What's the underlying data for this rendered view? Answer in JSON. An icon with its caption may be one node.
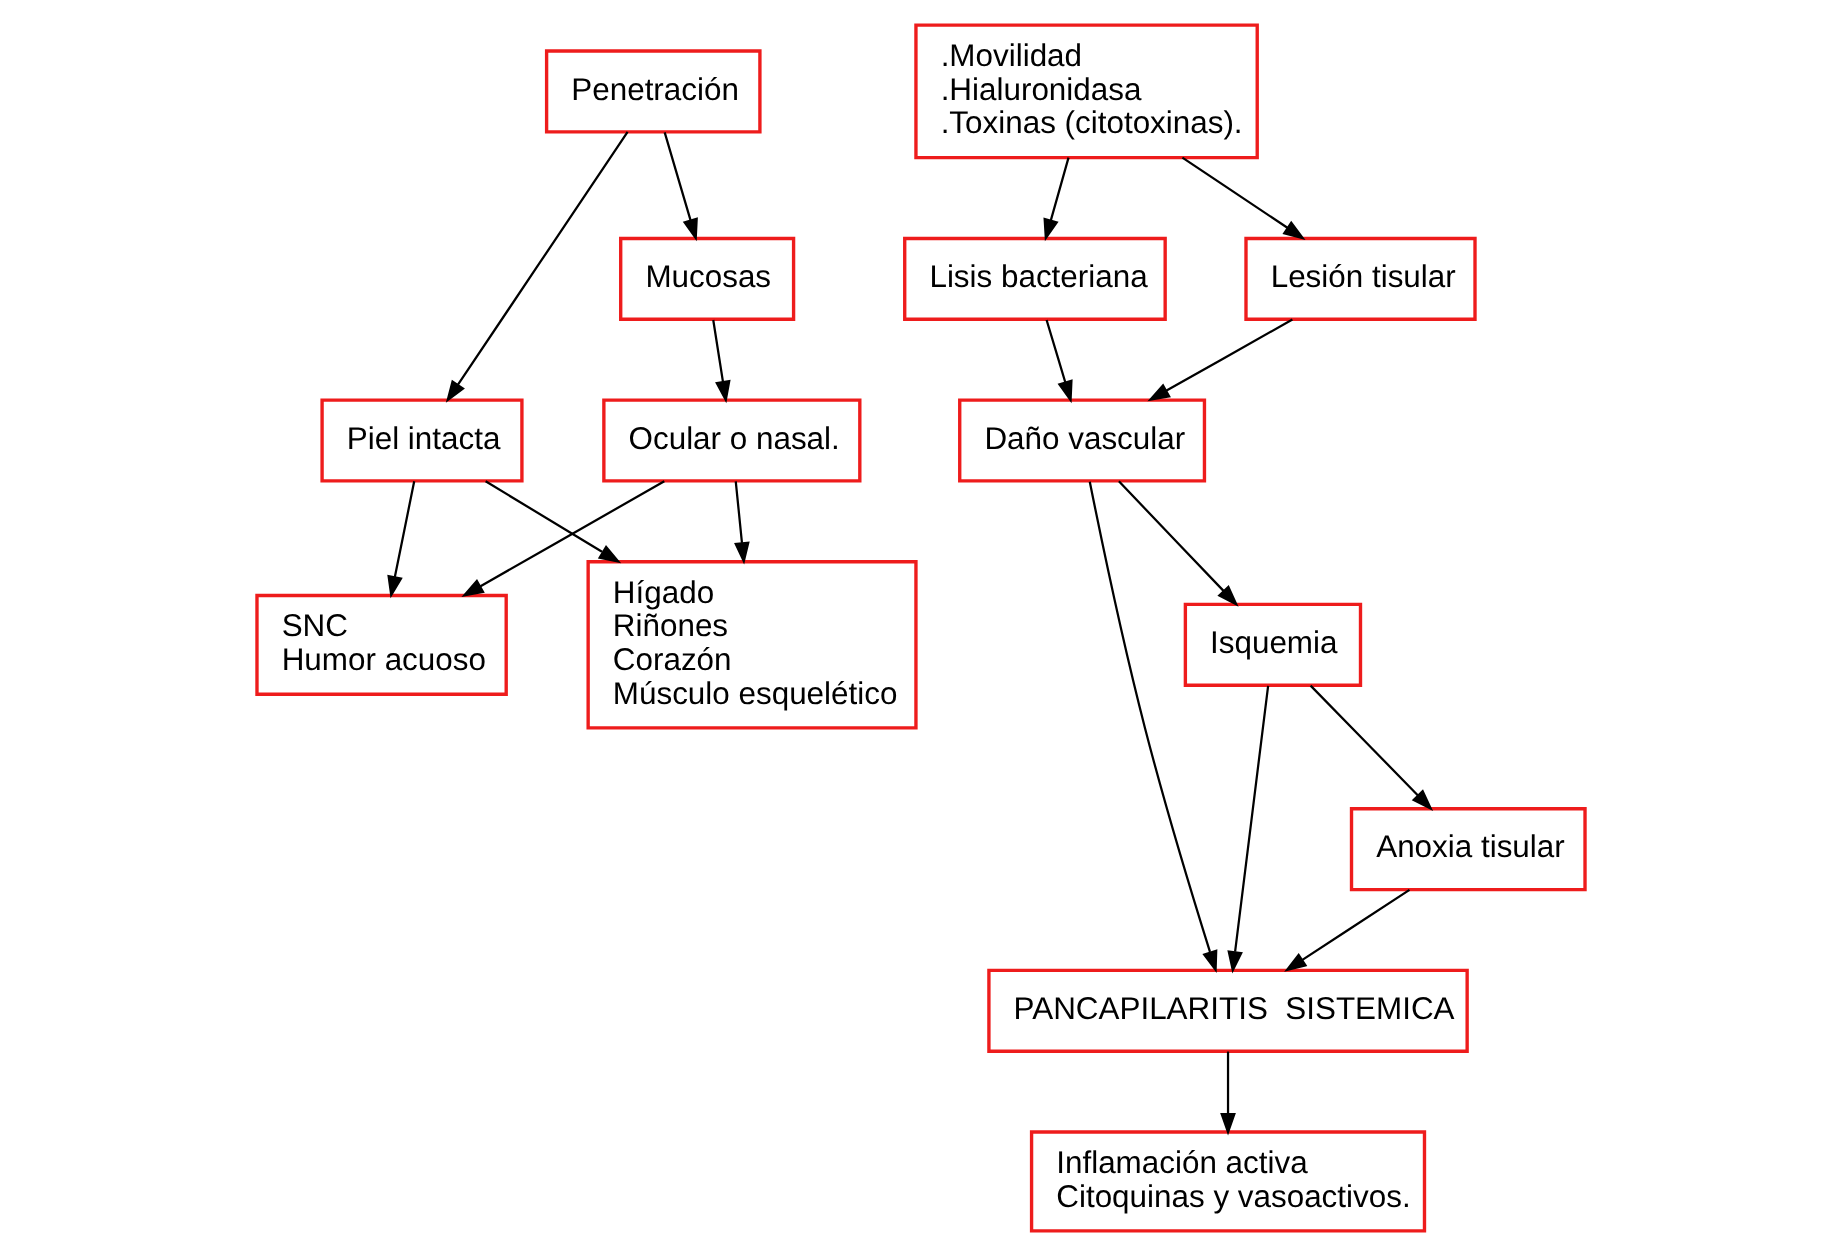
{
  "diagram": {
    "nodes": [
      {
        "text": [
          "Penetración"
        ]
      },
      {
        "text": [
          "Mucosas"
        ]
      },
      {
        "text": [
          "Piel intacta"
        ]
      },
      {
        "text": [
          "Ocular o nasal."
        ]
      },
      {
        "text": [
          "SNC",
          "Humor acuoso"
        ]
      },
      {
        "text": [
          "Hígado",
          "Riñones",
          "Corazón",
          "Músculo esquelético"
        ]
      },
      {
        "text": [
          ".Movilidad",
          ".Hialuronidasa",
          ".Toxinas (citotoxinas)."
        ]
      },
      {
        "text": [
          "Lisis bacteriana"
        ]
      },
      {
        "text": [
          "Lesión tisular"
        ]
      },
      {
        "text": [
          "Daño vascular"
        ]
      },
      {
        "text": [
          "PANCAPILARITIS  SISTEMICA"
        ]
      },
      {
        "text": [
          "Isquemia"
        ]
      },
      {
        "text": [
          "Anoxia tisular"
        ]
      },
      {
        "text": [
          "Inflamación activa",
          "Citoquinas y vasoactivos."
        ]
      }
    ],
    "edges": [
      {
        "from": 0,
        "to": 1,
        "arrow": "to"
      },
      {
        "from": 0,
        "to": 2,
        "arrow": "to"
      },
      {
        "from": 1,
        "to": 3,
        "arrow": "to"
      },
      {
        "from": 2,
        "to": 4,
        "arrow": "to"
      },
      {
        "from": 2,
        "to": 5,
        "arrow": "to"
      },
      {
        "from": 3,
        "to": 4,
        "arrow": "to"
      },
      {
        "from": 3,
        "to": 5,
        "arrow": "to"
      },
      {
        "from": 6,
        "to": 7,
        "arrow": "to"
      },
      {
        "from": 6,
        "to": 8,
        "arrow": "to"
      },
      {
        "from": 7,
        "to": 9,
        "arrow": "to"
      },
      {
        "from": 8,
        "to": 9,
        "arrow": "to"
      },
      {
        "from": 9,
        "to": 10,
        "arrow": "to"
      },
      {
        "from": 9,
        "to": 11,
        "arrow": "to"
      },
      {
        "from": 11,
        "to": 10,
        "arrow": "to"
      },
      {
        "from": 11,
        "to": 12,
        "arrow": "to"
      },
      {
        "from": 12,
        "to": 10,
        "arrow": "to"
      },
      {
        "from": 10,
        "to": 13,
        "arrow": "to"
      }
    ]
  }
}
